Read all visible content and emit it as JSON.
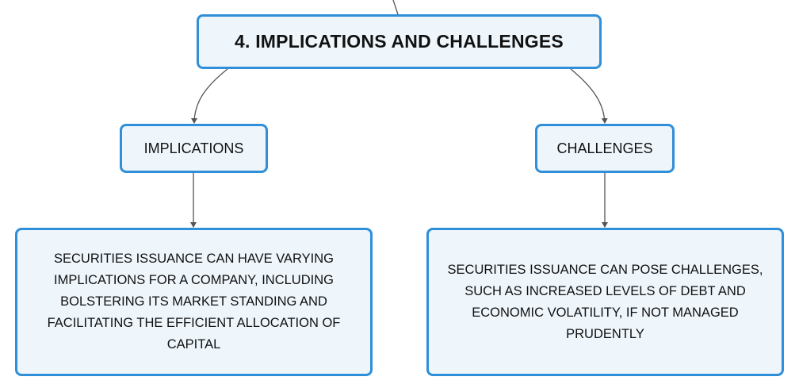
{
  "diagram": {
    "root": {
      "label": "4. IMPLICATIONS AND CHALLENGES"
    },
    "implications": {
      "label": "IMPLICATIONS",
      "detail": "SECURITIES ISSUANCE CAN HAVE VARYING IMPLICATIONS FOR A COMPANY, INCLUDING BOLSTERING ITS MARKET STANDING AND FACILITATING THE EFFICIENT ALLOCATION OF CAPITAL"
    },
    "challenges": {
      "label": "CHALLENGES",
      "detail": "SECURITIES ISSUANCE CAN POSE CHALLENGES, SUCH AS INCREASED LEVELS OF DEBT AND ECONOMIC VOLATILITY, IF NOT MANAGED PRUDENTLY"
    },
    "colors": {
      "node_border": "#2f8fd8",
      "node_fill": "#eef6fc",
      "connector": "#555555"
    }
  }
}
